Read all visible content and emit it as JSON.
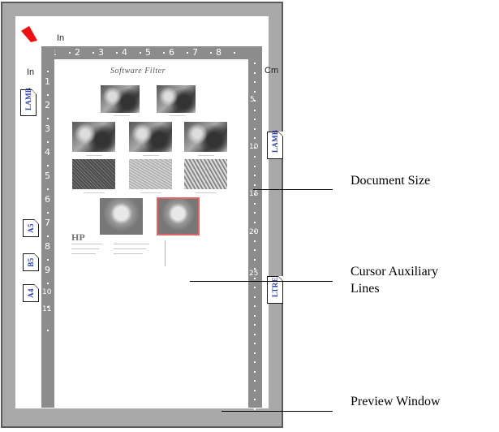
{
  "preview": {
    "unit_top": "In",
    "unit_left": "In",
    "unit_right": "Cm",
    "ruler_top_numbers": [
      "1",
      "2",
      "3",
      "4",
      "5",
      "6",
      "7",
      "8"
    ],
    "ruler_left_numbers": [
      "1",
      "2",
      "3",
      "4",
      "5",
      "6",
      "7",
      "8",
      "9",
      "10",
      "11"
    ],
    "ruler_right_numbers": [
      "5",
      "10",
      "15",
      "20",
      "25"
    ],
    "document_title": "Software Filter",
    "logo_text": "HP",
    "paper_sizes_left": [
      "LAMB",
      "A5",
      "B5",
      "A4"
    ],
    "paper_sizes_right": [
      "LAMB",
      "LTRE"
    ],
    "accent_color": "#e06666"
  },
  "callouts": {
    "document_size": "Document Size",
    "cursor_auxiliary_lines_1": "Cursor Auxiliary",
    "cursor_auxiliary_lines_2": "Lines",
    "preview_window": "Preview Window"
  }
}
